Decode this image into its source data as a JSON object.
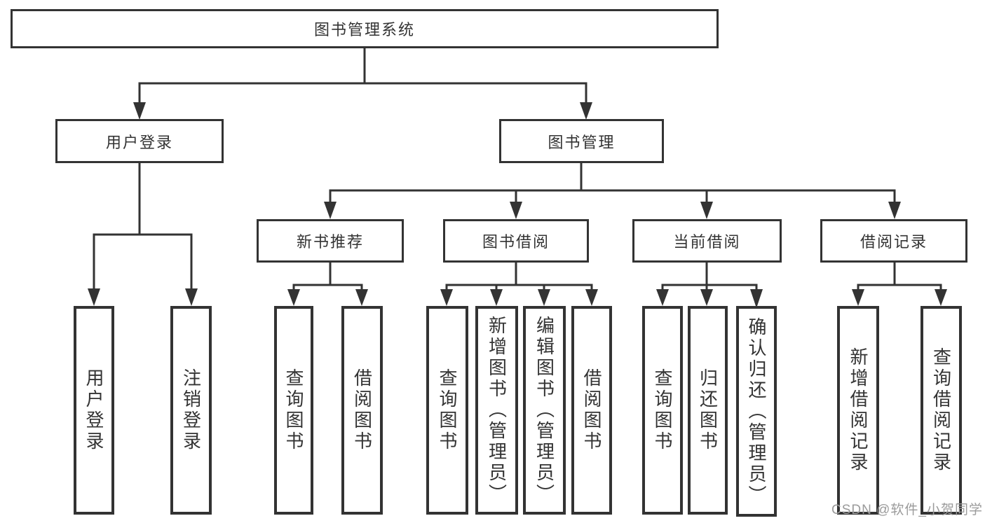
{
  "diagram_title": "图书管理系统",
  "tree": {
    "root": {
      "label": "图书管理系统",
      "children": [
        {
          "label": "用户登录",
          "children": [
            {
              "label": "用户登录"
            },
            {
              "label": "注销登录"
            }
          ]
        },
        {
          "label": "图书管理",
          "children": [
            {
              "label": "新书推荐",
              "children": [
                {
                  "label": "查询图书"
                },
                {
                  "label": "借阅图书"
                }
              ]
            },
            {
              "label": "图书借阅",
              "children": [
                {
                  "label": "查询图书"
                },
                {
                  "label": "新增图书（管理员）"
                },
                {
                  "label": "编辑图书（管理员）"
                },
                {
                  "label": "借阅图书"
                }
              ]
            },
            {
              "label": "当前借阅",
              "children": [
                {
                  "label": "查询图书"
                },
                {
                  "label": "归还图书"
                },
                {
                  "label": "确认归还（管理员）"
                }
              ]
            },
            {
              "label": "借阅记录",
              "children": [
                {
                  "label": "新增借阅记录"
                },
                {
                  "label": "查询借阅记录"
                }
              ]
            }
          ]
        }
      ]
    }
  },
  "watermark": {
    "text": "CSDN @软件_小贺同学"
  },
  "colors": {
    "line": "#333333",
    "box_border": "#333333",
    "text": "#333333",
    "watermark": "#9b9b9b",
    "background": "#ffffff"
  }
}
